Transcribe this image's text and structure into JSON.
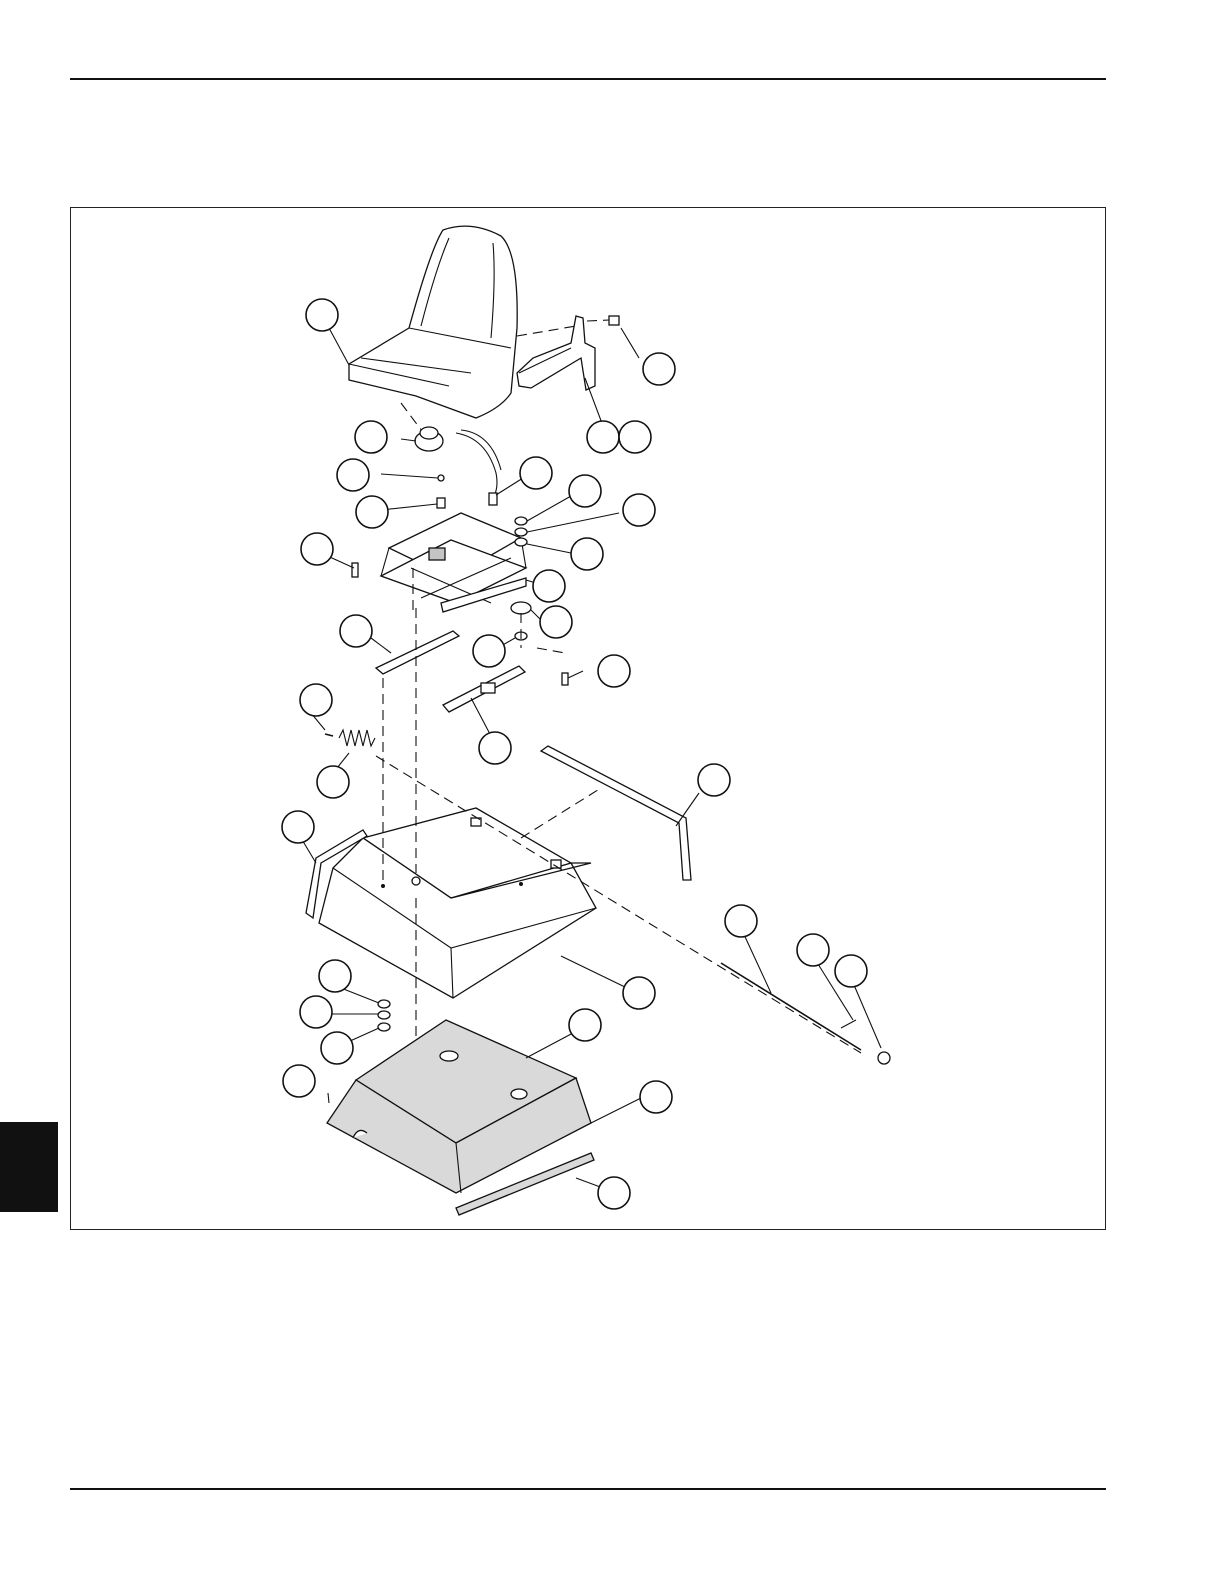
{
  "page": {
    "has_top_rule": true,
    "has_bottom_rule": true,
    "has_side_tab": true
  },
  "figure": {
    "kind": "exploded-parts-diagram",
    "subject": "seat assembly",
    "callout_count": 31,
    "callout_labels_printed": false,
    "colors": {
      "line": "#111111",
      "fill_light": "#d9d9d9",
      "fill_mid": "#c4c4c4"
    }
  }
}
